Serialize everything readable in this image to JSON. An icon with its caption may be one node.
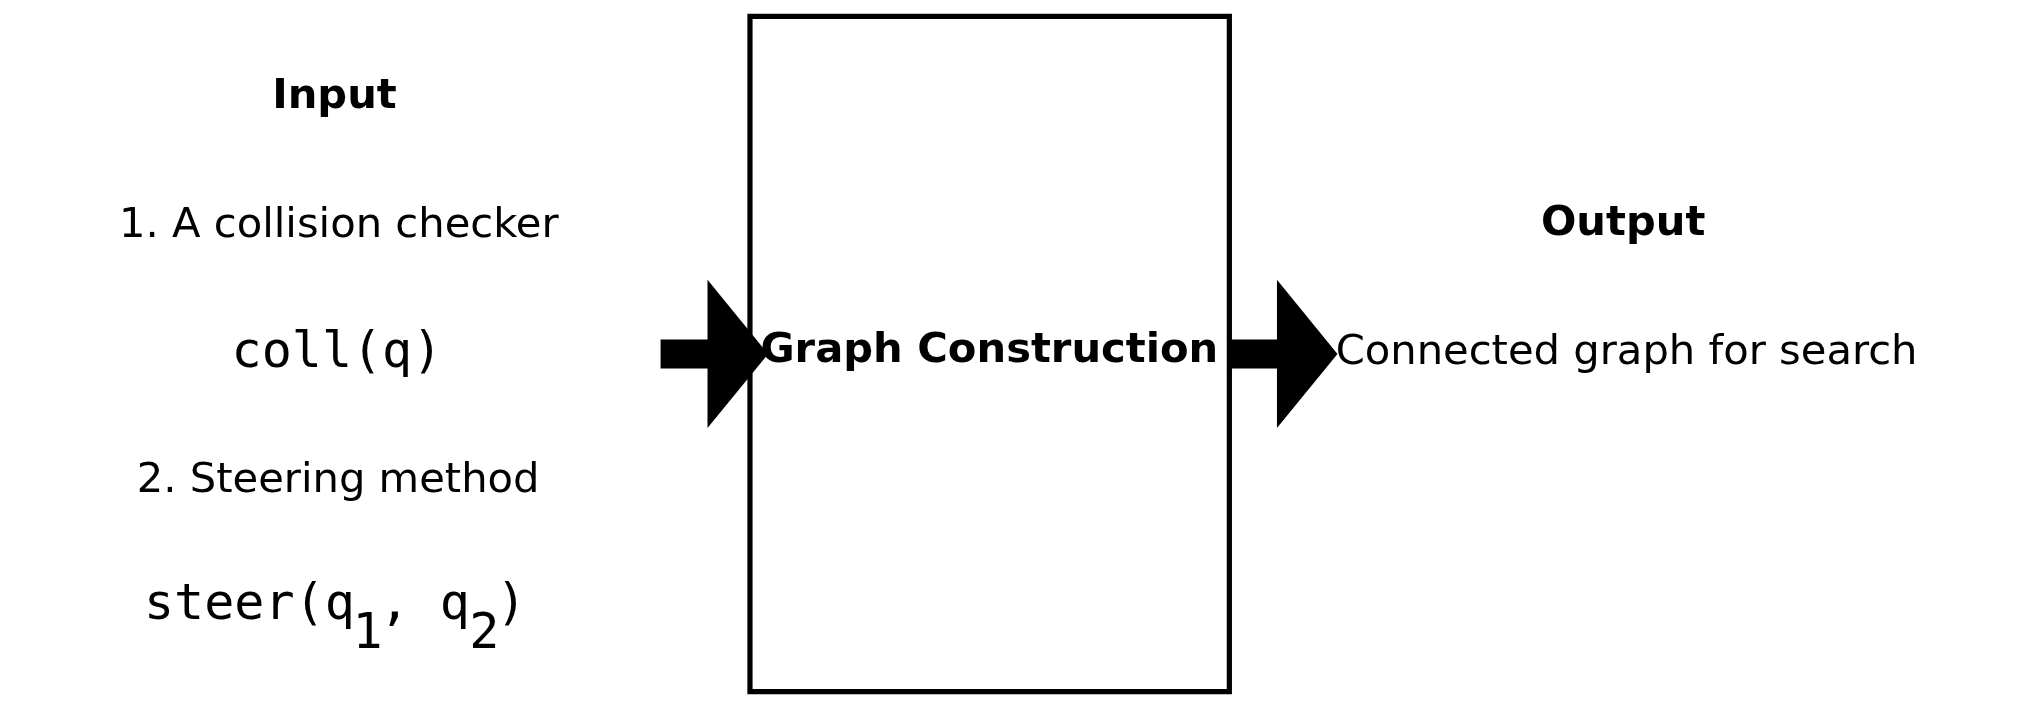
{
  "diagram": {
    "nodes": [
      {
        "text": [
          "Graph Construction"
        ]
      },
      {
        "text": [
          "Connected graph for search"
        ]
      }
    ],
    "edges": [
      {
        "from": null,
        "to": 0,
        "arrow": "to"
      },
      {
        "from": 0,
        "to": 1,
        "arrow": "to"
      }
    ],
    "labels": [
      "Input",
      "Output",
      "1. A collision checker",
      "coll(q)",
      "2. Steering method",
      "steer(q$_{1}$, q$_{2}$)"
    ]
  }
}
